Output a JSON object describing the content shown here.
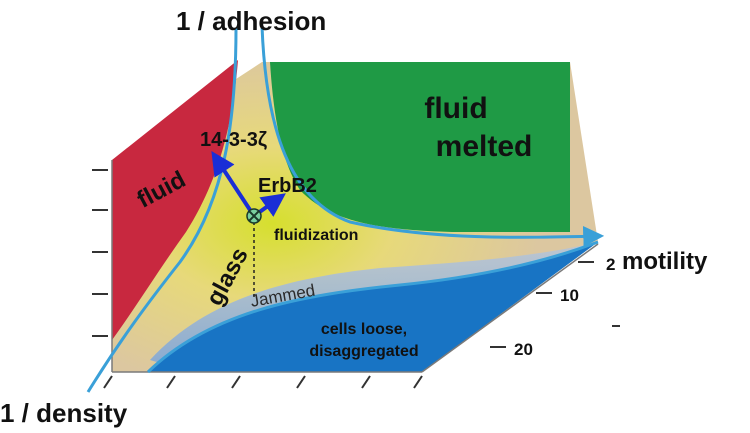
{
  "axes": {
    "vertical": "1 / adhesion",
    "horizontal": "motility",
    "depth": "1 / density",
    "motility_ticks": [
      "2",
      "10",
      "20"
    ]
  },
  "regions": {
    "fluid_left": "fluid",
    "fluid_melted_line1": "fluid",
    "fluid_melted_line2": "melted",
    "fluidization": "fluidization",
    "glass": "glass",
    "jammed": "Jammed",
    "loose_line1": "cells loose,",
    "loose_line2": "disaggregated"
  },
  "markers": {
    "protein_a": "14-3-3ζ",
    "protein_b": "ErbB2"
  },
  "colors": {
    "fluid_red": "#c8283f",
    "melted_green": "#1f9a45",
    "loose_blue": "#1874c4",
    "glass_tan": "#e8c98f",
    "fluidization_yellow": "#d9dc4a",
    "axis_blue": "#3aa0d8",
    "arrow_blue": "#1a2ed6"
  }
}
